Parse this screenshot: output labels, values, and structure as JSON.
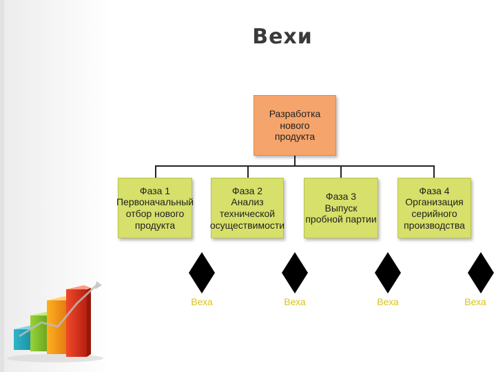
{
  "slide": {
    "title": "Вехи"
  },
  "root": {
    "label": "Разработка нового\nпродукта"
  },
  "phases": [
    {
      "label": "Фаза 1\nПервоначальный\nотбор нового\nпродукта"
    },
    {
      "label": "Фаза 2\nАнализ\nтехнической\nосуществимости"
    },
    {
      "label": "Фаза 3\nВыпуск\nпробной партии"
    },
    {
      "label": "Фаза 4\nОрганизация\nсерийного\nпроизводства"
    }
  ],
  "milestones": [
    {
      "label": "Веха"
    },
    {
      "label": "Веха"
    },
    {
      "label": "Веха"
    },
    {
      "label": "Веха"
    }
  ],
  "colors": {
    "root_box": "#f5a46c",
    "phase_box": "#d6e06a",
    "milestone": "#000000",
    "milestone_label": "#d8c31a"
  }
}
